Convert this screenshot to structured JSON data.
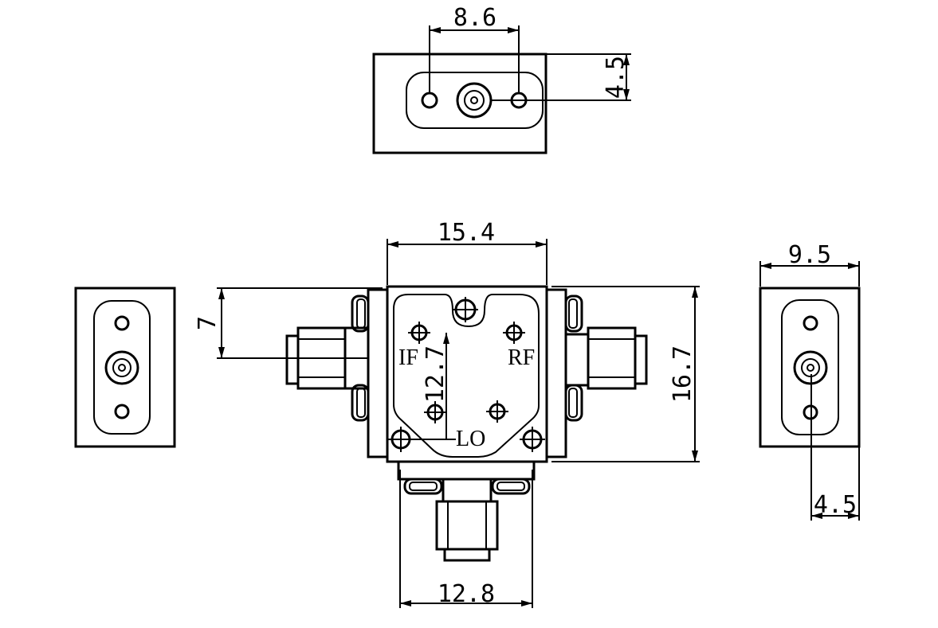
{
  "dimensions": {
    "top_width": "8.6",
    "top_height": "4.5",
    "body_width": "15.4",
    "left_offset": "7",
    "body_height": "16.7",
    "inner_height": "12.7",
    "right_width": "9.5",
    "right_offset": "4.5",
    "bottom_width": "12.8"
  },
  "ports": {
    "if": "IF",
    "rf": "RF",
    "lo": "LO"
  }
}
